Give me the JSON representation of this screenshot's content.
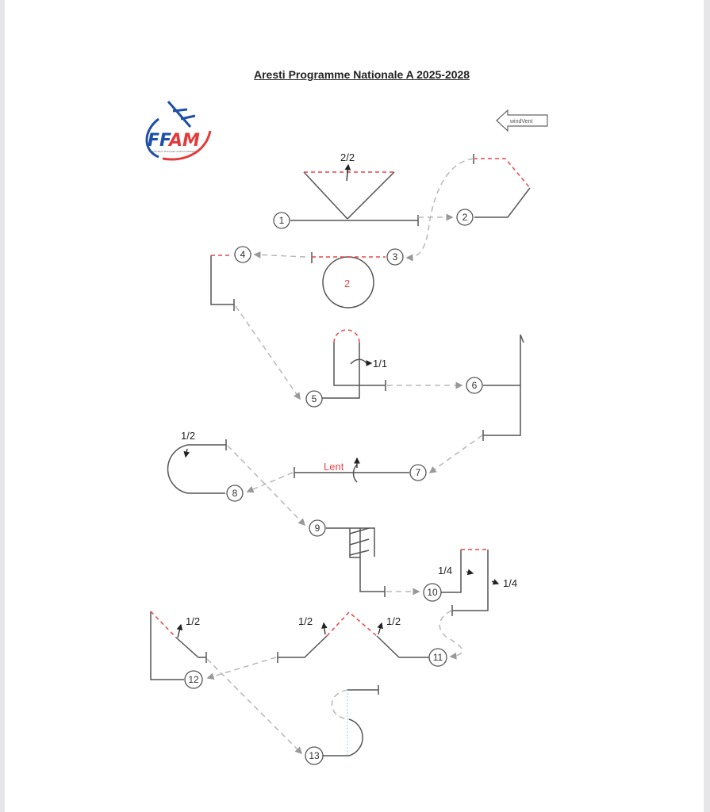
{
  "document": {
    "title": "Aresti Programme Nationale A 2025-2028",
    "logo": {
      "text_ff": "FF",
      "text_am": "AM",
      "subtitle": "Fédération Française d'Aéromodélisme",
      "icon": "glider-icon"
    },
    "wind_indicator": {
      "label": "windVent",
      "icon": "arrow-left-icon"
    }
  },
  "figures": [
    {
      "number": "1",
      "annotation": "2/2"
    },
    {
      "number": "2",
      "annotation": ""
    },
    {
      "number": "3",
      "annotation": "2"
    },
    {
      "number": "4",
      "annotation": ""
    },
    {
      "number": "5",
      "annotation": "1/1"
    },
    {
      "number": "6",
      "annotation": ""
    },
    {
      "number": "7",
      "annotation": "Lent"
    },
    {
      "number": "8",
      "annotation": "1/2"
    },
    {
      "number": "9",
      "annotation": ""
    },
    {
      "number": "10",
      "annotation_a": "1/4",
      "annotation_b": "1/4"
    },
    {
      "number": "11",
      "annotation_a": "1/2",
      "annotation_b": "1/2"
    },
    {
      "number": "12",
      "annotation": "1/2"
    },
    {
      "number": "13",
      "annotation": ""
    }
  ],
  "colors": {
    "line": "#555555",
    "dashed": "#b8b8b8",
    "red": "#e8454a",
    "logo_blue": "#1f4fa8",
    "logo_red": "#e33b3b"
  }
}
